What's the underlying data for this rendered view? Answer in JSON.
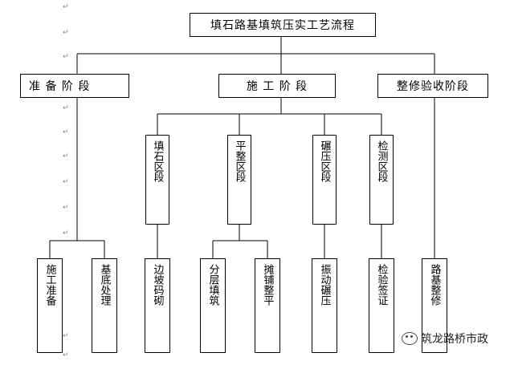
{
  "title": "填石路基填筑压实工艺流程",
  "stages": [
    {
      "label": "准 备 阶 段"
    },
    {
      "label": "施 工 阶 段"
    },
    {
      "label": "整修验收阶段"
    }
  ],
  "sections": [
    {
      "label": "填石区段"
    },
    {
      "label": "平整区段"
    },
    {
      "label": "碾压区段"
    },
    {
      "label": "检测区段"
    }
  ],
  "leaves": [
    {
      "label": "施工准备"
    },
    {
      "label": "基底处理"
    },
    {
      "label": "边坡码砌"
    },
    {
      "label": "分层填筑"
    },
    {
      "label": "摊铺整平"
    },
    {
      "label": "振动碾压"
    },
    {
      "label": "检验签证"
    },
    {
      "label": "路基整修"
    }
  ],
  "watermark": "筑龙路桥市政"
}
